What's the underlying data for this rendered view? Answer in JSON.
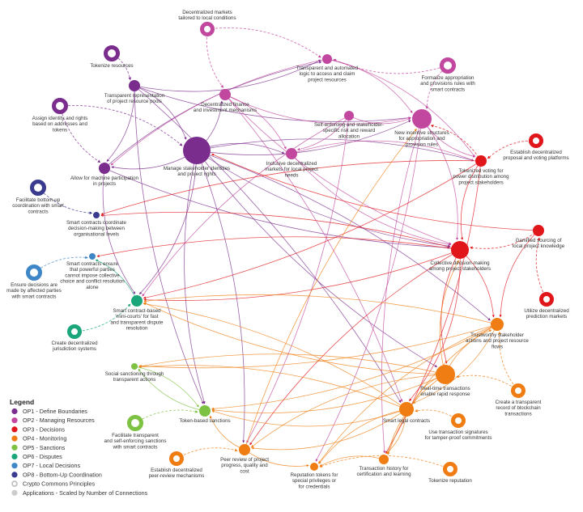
{
  "legend": {
    "title": "Legend",
    "items": [
      {
        "label": "OP1 - Define Boundaries",
        "color": "#7b2d8e",
        "kind": "dot"
      },
      {
        "label": "OP2 - Managing Resources",
        "color": "#c2479e",
        "kind": "dot"
      },
      {
        "label": "OP3 - Decisions",
        "color": "#e0161b",
        "kind": "dot"
      },
      {
        "label": "OP4 - Monitoring",
        "color": "#ef7d13",
        "kind": "dot"
      },
      {
        "label": "OP5 - Sanctions",
        "color": "#7dc243",
        "kind": "dot"
      },
      {
        "label": "OP6 - Disputes",
        "color": "#1aa57a",
        "kind": "dot"
      },
      {
        "label": "OP7 - Local Decisions",
        "color": "#3f86c7",
        "kind": "dot"
      },
      {
        "label": "OP8 - Bottom-Up Coordination",
        "color": "#3a3a8f",
        "kind": "dot"
      },
      {
        "label": "Crypto Commons Principles",
        "color": "#bbbbbb",
        "kind": "ring"
      },
      {
        "label": "Applications - Scaled by Number of Connections",
        "color": "#cccccc",
        "kind": "dot"
      }
    ]
  },
  "nodes": [
    {
      "id": "tok_res",
      "label": [
        "Tokenize resources"
      ],
      "op": 1,
      "kind": "ring",
      "r": 10,
      "labelPos": "below"
    },
    {
      "id": "assign_id",
      "label": [
        "Assign identity and rights",
        "based on addresses and",
        "tokens"
      ],
      "op": 1,
      "kind": "ring",
      "r": 10,
      "labelPos": "below"
    },
    {
      "id": "trans_rep",
      "label": [
        "Transparent representation",
        "of project resource pools"
      ],
      "op": 1,
      "kind": "dot",
      "r": 7,
      "labelPos": "below"
    },
    {
      "id": "allow_mach",
      "label": [
        "Allow for machine participation",
        "in projects"
      ],
      "op": 1,
      "kind": "dot",
      "r": 7,
      "labelPos": "below"
    },
    {
      "id": "manage_id",
      "label": [
        "Manage stakeholder identities",
        "and project rights"
      ],
      "op": 1,
      "kind": "dot",
      "r": 17,
      "labelPos": "below"
    },
    {
      "id": "dec_markets",
      "label": [
        "Decentralized markets",
        "tailored to local conditions"
      ],
      "op": 2,
      "kind": "ring",
      "r": 9,
      "labelPos": "above"
    },
    {
      "id": "formalize",
      "label": [
        "Formalize appropriation",
        "and provisions rules with",
        "smart contracts"
      ],
      "op": 2,
      "kind": "ring",
      "r": 10,
      "labelPos": "below"
    },
    {
      "id": "trans_logic",
      "label": [
        "Transparent and automated",
        "logic to access and claim",
        "project resources"
      ],
      "op": 2,
      "kind": "dot",
      "r": 6,
      "labelPos": "below"
    },
    {
      "id": "dec_finance",
      "label": [
        "Decentralized finance",
        "and investment mechanisms"
      ],
      "op": 2,
      "kind": "dot",
      "r": 7,
      "labelPos": "below"
    },
    {
      "id": "self_enf_risk",
      "label": [
        "Self-enforcing and stakeholder-",
        "specific risk and reward",
        "allocation"
      ],
      "op": 2,
      "kind": "dot",
      "r": 6,
      "labelPos": "below"
    },
    {
      "id": "new_incent",
      "label": [
        "New incentive structures",
        "for appropriation and",
        "provision rules"
      ],
      "op": 2,
      "kind": "dot",
      "r": 12,
      "labelPos": "below"
    },
    {
      "id": "inclusive_mk",
      "label": [
        "Inclusive decentralized",
        "markets for local project",
        "needs"
      ],
      "op": 2,
      "kind": "dot",
      "r": 7,
      "labelPos": "below"
    },
    {
      "id": "est_dec_prop",
      "label": [
        "Establish decentralized",
        "proposal and voting platforms"
      ],
      "op": 3,
      "kind": "ring",
      "r": 9,
      "labelPos": "below"
    },
    {
      "id": "tok_voting",
      "label": [
        "Tokenized voting for",
        "power distribution among",
        "project stakeholders"
      ],
      "op": 3,
      "kind": "dot",
      "r": 7,
      "labelPos": "below"
    },
    {
      "id": "gamified",
      "label": [
        "Gamified sourcing of",
        "local project knowledge"
      ],
      "op": 3,
      "kind": "dot",
      "r": 7,
      "labelPos": "below"
    },
    {
      "id": "collective",
      "label": [
        "Collective decision-making",
        "among project stakeholders"
      ],
      "op": 3,
      "kind": "dot",
      "r": 11,
      "labelPos": "below"
    },
    {
      "id": "utilize_pred",
      "label": [
        "Utilize decentralized",
        "prediction markets"
      ],
      "op": 3,
      "kind": "ring",
      "r": 9,
      "labelPos": "below"
    },
    {
      "id": "trustworthy",
      "label": [
        "Trustworthy stakeholder",
        "actions and project resource",
        "flows"
      ],
      "op": 4,
      "kind": "dot",
      "r": 8,
      "labelPos": "below"
    },
    {
      "id": "realtime",
      "label": [
        "Real-time transactions",
        "enable rapid response"
      ],
      "op": 4,
      "kind": "dot",
      "r": 12,
      "labelPos": "below"
    },
    {
      "id": "create_trans",
      "label": [
        "Create a transparent",
        "record of blockchain",
        "transactions"
      ],
      "op": 4,
      "kind": "ring",
      "r": 9,
      "labelPos": "below"
    },
    {
      "id": "smart_legal",
      "label": [
        "Smart legal contracts"
      ],
      "op": 4,
      "kind": "dot",
      "r": 9,
      "labelPos": "below"
    },
    {
      "id": "use_trans_sig",
      "label": [
        "Use transaction signatures",
        "for tamper-proof commitments"
      ],
      "op": 4,
      "kind": "ring",
      "r": 9,
      "labelPos": "below"
    },
    {
      "id": "peer_review",
      "label": [
        "Peer review of project",
        "progress, quality and",
        "cost"
      ],
      "op": 4,
      "kind": "dot",
      "r": 7,
      "labelPos": "below"
    },
    {
      "id": "est_peer",
      "label": [
        "Establish decentralized",
        "peer-review mechanisms"
      ],
      "op": 4,
      "kind": "ring",
      "r": 9,
      "labelPos": "below"
    },
    {
      "id": "rep_tokens",
      "label": [
        "Reputation tokens for",
        "special privileges or",
        "for credentials"
      ],
      "op": 4,
      "kind": "dot",
      "r": 5,
      "labelPos": "below"
    },
    {
      "id": "trans_hist",
      "label": [
        "Transaction history for",
        "certification and learning"
      ],
      "op": 4,
      "kind": "dot",
      "r": 6,
      "labelPos": "below"
    },
    {
      "id": "tok_rep",
      "label": [
        "Tokenize reputation"
      ],
      "op": 4,
      "kind": "ring",
      "r": 9,
      "labelPos": "below"
    },
    {
      "id": "social_sanc",
      "label": [
        "Social sanctioning through",
        "transparent actions"
      ],
      "op": 5,
      "kind": "dot",
      "r": 4,
      "labelPos": "below"
    },
    {
      "id": "facilitate_tr",
      "label": [
        "Facilitate transparent",
        "and self-enforcing sanctions",
        "with smart contracts"
      ],
      "op": 5,
      "kind": "ring",
      "r": 10,
      "labelPos": "below"
    },
    {
      "id": "token_sanc",
      "label": [
        "Token-based sanctions"
      ],
      "op": 5,
      "kind": "dot",
      "r": 7,
      "labelPos": "below"
    },
    {
      "id": "smart_courts",
      "label": [
        "Smart contract-based",
        "'mini-courts' for fast",
        "and transparent dispute",
        "resolution"
      ],
      "op": 6,
      "kind": "dot",
      "r": 7,
      "labelPos": "below"
    },
    {
      "id": "create_jur",
      "label": [
        "Create decentralized",
        "jurisdiction systems"
      ],
      "op": 6,
      "kind": "ring",
      "r": 9,
      "labelPos": "below"
    },
    {
      "id": "smart_ensure",
      "label": [
        "Smart contracts ensure",
        "that powerful parties",
        "cannot impose collective",
        "choice and conflict resolution",
        "alone"
      ],
      "op": 7,
      "kind": "dot",
      "r": 4,
      "labelPos": "below"
    },
    {
      "id": "ensure_dec",
      "label": [
        "Ensure decisions are",
        "made by affected parties",
        "with smart contracts"
      ],
      "op": 7,
      "kind": "ring",
      "r": 10,
      "labelPos": "below"
    },
    {
      "id": "facilitate_bu",
      "label": [
        "Facilitate bottom-up",
        "coordination with smart",
        "contracts"
      ],
      "op": 8,
      "kind": "ring",
      "r": 10,
      "labelPos": "below"
    },
    {
      "id": "smart_coord",
      "label": [
        "Smart contracts coordinate",
        "decision-making between",
        "organisational levels"
      ],
      "op": 8,
      "kind": "dot",
      "r": 4,
      "labelPos": "below"
    }
  ],
  "edges": [
    [
      "tok_res",
      "trans_rep",
      "dashed"
    ],
    [
      "assign_id",
      "allow_mach",
      "dashed"
    ],
    [
      "assign_id",
      "manage_id",
      "dashed"
    ],
    [
      "dec_markets",
      "dec_finance",
      "dashed"
    ],
    [
      "dec_markets",
      "trans_logic",
      "dashed"
    ],
    [
      "formalize",
      "new_incent",
      "dashed"
    ],
    [
      "formalize",
      "trans_logic",
      "dashed"
    ],
    [
      "est_dec_prop",
      "tok_voting",
      "dashed"
    ],
    [
      "utilize_pred",
      "gamified",
      "dashed"
    ],
    [
      "create_trans",
      "realtime",
      "dashed"
    ],
    [
      "create_trans",
      "trustworthy",
      "dashed"
    ],
    [
      "use_trans_sig",
      "smart_legal",
      "dashed"
    ],
    [
      "est_peer",
      "peer_review",
      "dashed"
    ],
    [
      "tok_rep",
      "rep_tokens",
      "dashed"
    ],
    [
      "facilitate_tr",
      "token_sanc",
      "dashed"
    ],
    [
      "create_jur",
      "smart_courts",
      "dashed"
    ],
    [
      "ensure_dec",
      "smart_ensure",
      "dashed"
    ],
    [
      "facilitate_bu",
      "smart_coord",
      "dashed"
    ],
    [
      "gamified",
      "collective",
      "dashed"
    ],
    [
      "tok_voting",
      "new_incent",
      "dashed"
    ],
    [
      "trans_rep",
      "manage_id",
      "solid"
    ],
    [
      "trans_rep",
      "new_incent",
      "solid"
    ],
    [
      "trans_rep",
      "allow_mach",
      "solid"
    ],
    [
      "trans_rep",
      "trans_logic",
      "solid"
    ],
    [
      "trans_rep",
      "smart_legal",
      "solid"
    ],
    [
      "trans_rep",
      "token_sanc",
      "solid"
    ],
    [
      "manage_id",
      "inclusive_mk",
      "solid"
    ],
    [
      "manage_id",
      "collective",
      "solid"
    ],
    [
      "manage_id",
      "tok_voting",
      "solid"
    ],
    [
      "manage_id",
      "dec_finance",
      "solid"
    ],
    [
      "manage_id",
      "smart_courts",
      "solid"
    ],
    [
      "manage_id",
      "new_incent",
      "solid"
    ],
    [
      "manage_id",
      "allow_mach",
      "solid"
    ],
    [
      "manage_id",
      "realtime",
      "solid"
    ],
    [
      "manage_id",
      "trustworthy",
      "solid"
    ],
    [
      "manage_id",
      "token_sanc",
      "solid"
    ],
    [
      "manage_id",
      "peer_review",
      "solid"
    ],
    [
      "allow_mach",
      "collective",
      "solid"
    ],
    [
      "allow_mach",
      "trans_logic",
      "solid"
    ],
    [
      "allow_mach",
      "smart_courts",
      "solid"
    ],
    [
      "trans_logic",
      "new_incent",
      "solid"
    ],
    [
      "trans_logic",
      "allow_mach",
      "solid"
    ],
    [
      "trans_logic",
      "tok_voting",
      "solid"
    ],
    [
      "dec_finance",
      "new_incent",
      "solid"
    ],
    [
      "dec_finance",
      "inclusive_mk",
      "solid"
    ],
    [
      "dec_finance",
      "collective",
      "solid"
    ],
    [
      "dec_finance",
      "smart_legal",
      "solid"
    ],
    [
      "self_enf_risk",
      "new_incent",
      "solid"
    ],
    [
      "self_enf_risk",
      "inclusive_mk",
      "solid"
    ],
    [
      "self_enf_risk",
      "smart_courts",
      "solid"
    ],
    [
      "self_enf_risk",
      "peer_review",
      "solid"
    ],
    [
      "new_incent",
      "tok_voting",
      "solid"
    ],
    [
      "new_incent",
      "collective",
      "solid"
    ],
    [
      "new_incent",
      "trans_hist",
      "solid"
    ],
    [
      "new_incent",
      "rep_tokens",
      "solid"
    ],
    [
      "inclusive_mk",
      "collective",
      "solid"
    ],
    [
      "inclusive_mk",
      "tok_voting",
      "solid"
    ],
    [
      "tok_voting",
      "collective",
      "solid"
    ],
    [
      "tok_voting",
      "smart_courts",
      "solid"
    ],
    [
      "tok_voting",
      "smart_coord",
      "solid"
    ],
    [
      "tok_voting",
      "trans_hist",
      "solid"
    ],
    [
      "gamified",
      "trustworthy",
      "solid"
    ],
    [
      "gamified",
      "manage_id",
      "solid"
    ],
    [
      "collective",
      "smart_coord",
      "solid"
    ],
    [
      "collective",
      "smart_courts",
      "solid"
    ],
    [
      "collective",
      "smart_ensure",
      "solid"
    ],
    [
      "collective",
      "trustworthy",
      "solid"
    ],
    [
      "collective",
      "realtime",
      "solid"
    ],
    [
      "collective",
      "smart_legal",
      "solid"
    ],
    [
      "collective",
      "peer_review",
      "solid"
    ],
    [
      "realtime",
      "smart_courts",
      "solid"
    ],
    [
      "realtime",
      "social_sanc",
      "solid"
    ],
    [
      "realtime",
      "token_sanc",
      "solid"
    ],
    [
      "realtime",
      "peer_review",
      "solid"
    ],
    [
      "realtime",
      "trustworthy",
      "solid"
    ],
    [
      "realtime",
      "smart_legal",
      "solid"
    ],
    [
      "realtime",
      "collective",
      "solid"
    ],
    [
      "realtime",
      "trans_hist",
      "solid"
    ],
    [
      "trustworthy",
      "social_sanc",
      "solid"
    ],
    [
      "trustworthy",
      "smart_courts",
      "solid"
    ],
    [
      "trustworthy",
      "smart_legal",
      "solid"
    ],
    [
      "trustworthy",
      "trans_hist",
      "solid"
    ],
    [
      "trustworthy",
      "token_sanc",
      "solid"
    ],
    [
      "trustworthy",
      "rep_tokens",
      "solid"
    ],
    [
      "smart_legal",
      "peer_review",
      "solid"
    ],
    [
      "smart_legal",
      "smart_courts",
      "solid"
    ],
    [
      "smart_legal",
      "token_sanc",
      "solid"
    ],
    [
      "smart_legal",
      "social_sanc",
      "solid"
    ],
    [
      "smart_legal",
      "trans_hist",
      "solid"
    ],
    [
      "smart_legal",
      "rep_tokens",
      "solid"
    ],
    [
      "peer_review",
      "token_sanc",
      "solid"
    ],
    [
      "peer_review",
      "rep_tokens",
      "solid"
    ],
    [
      "peer_review",
      "new_incent",
      "solid"
    ],
    [
      "trans_hist",
      "rep_tokens",
      "solid"
    ],
    [
      "social_sanc",
      "token_sanc",
      "solid"
    ],
    [
      "smart_courts",
      "smart_ensure",
      "solid"
    ],
    [
      "token_sanc",
      "social_sanc",
      "solid"
    ]
  ]
}
